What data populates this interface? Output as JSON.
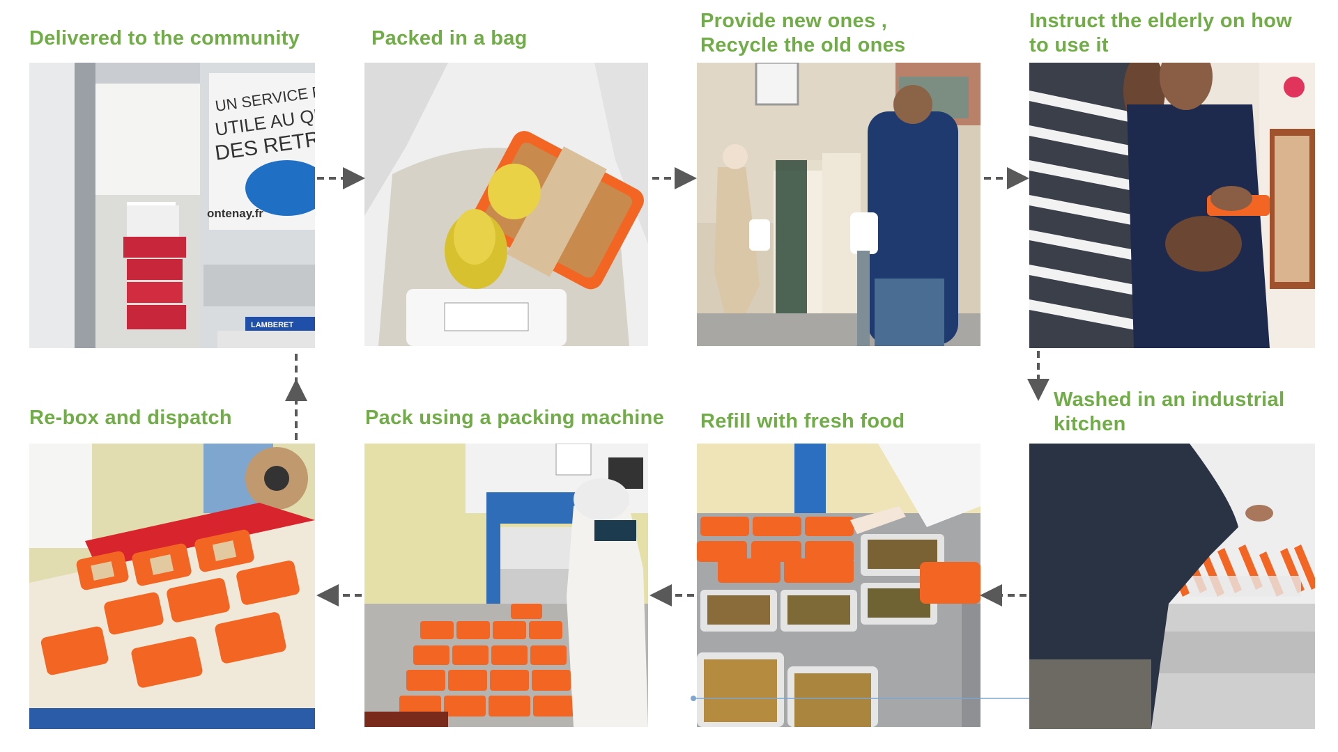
{
  "colors": {
    "label_green": "#70ad47",
    "arrow_gray": "#595959",
    "tray_orange": "#f26522"
  },
  "steps": [
    {
      "label": "Delivered to the community",
      "photo": "van-photo"
    },
    {
      "label": "Packed in a bag",
      "photo": "bag-photo"
    },
    {
      "label": "Provide new ones ,\nRecycle the old ones",
      "photo": "doorstep-photo"
    },
    {
      "label": "Instruct the elderly on how\nto use it",
      "photo": "instruct-photo"
    },
    {
      "label": "Washed in an industrial\nkitchen",
      "photo": "washing-photo"
    },
    {
      "label": "Refill with fresh food",
      "photo": "refill-photo"
    },
    {
      "label": "Pack using a packing machine",
      "photo": "packing-machine-photo"
    },
    {
      "label": "Re-box and dispatch",
      "photo": "rebox-photo"
    }
  ],
  "photo_text": {
    "van_slogan_1": "UN SERVICE PUBLIC",
    "van_slogan_2": "UTILE AU QUOTID",
    "van_slogan_3": "DES RETRAITÉ",
    "van_site": "ontenay.fr",
    "van_brand": "LAMBERET"
  }
}
